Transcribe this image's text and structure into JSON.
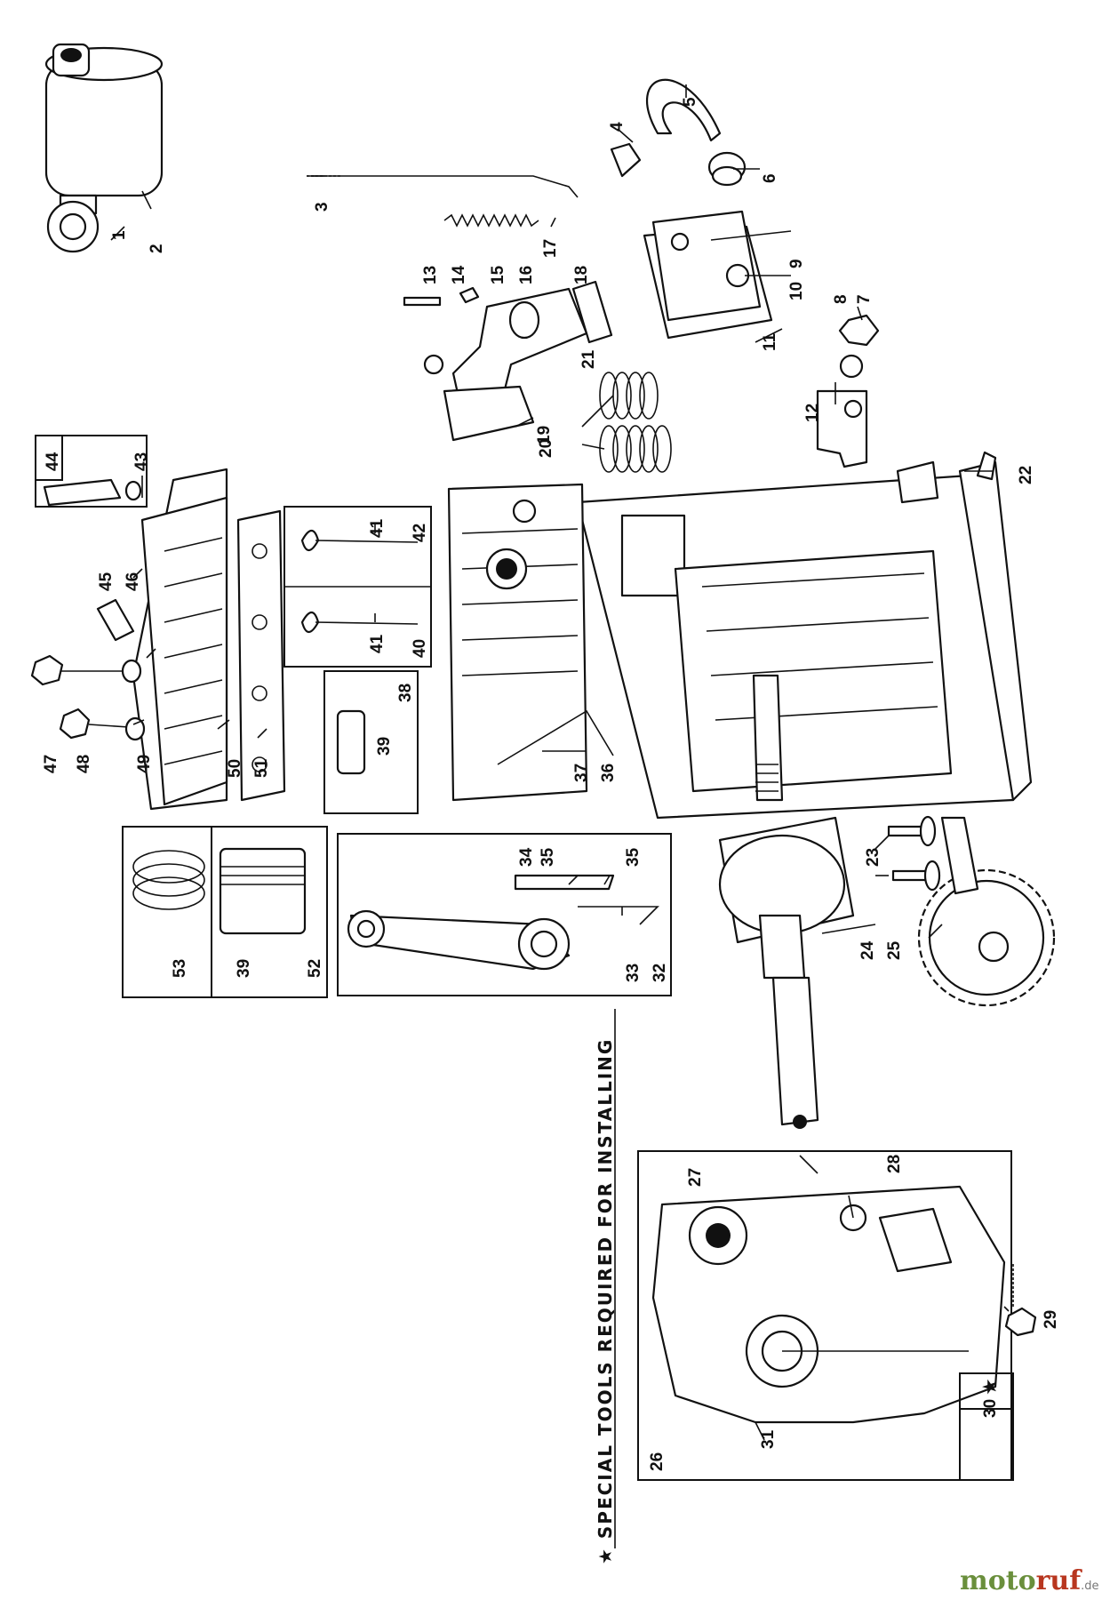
{
  "diagram": {
    "note": "★ SPECIAL TOOLS REQUIRED FOR INSTALLING",
    "labels": {
      "p1": "1",
      "p2": "2",
      "p3": "3",
      "p4": "4",
      "p5": "5",
      "p6": "6",
      "p7": "7",
      "p8": "8",
      "p9": "9",
      "p10": "10",
      "p11": "11",
      "p12": "12",
      "p13": "13",
      "p14": "14",
      "p15": "15",
      "p16": "16",
      "p17": "17",
      "p18": "18",
      "p19": "19",
      "p20": "20",
      "p21": "21",
      "p22": "22",
      "p23": "23",
      "p24": "24",
      "p25": "25",
      "p26": "26",
      "p27": "27",
      "p28": "28",
      "p29": "29",
      "p30": "30 ★",
      "p31": "31",
      "p32": "32",
      "p33": "33",
      "p34": "34",
      "p35a": "35",
      "p35b": "35",
      "p36": "36",
      "p37": "37",
      "p38": "38",
      "p39a": "39",
      "p39b": "39",
      "p40": "40",
      "p41a": "41",
      "p41b": "41",
      "p42": "42",
      "p43": "43",
      "p44": "44",
      "p45": "45",
      "p46": "46",
      "p47": "47",
      "p48": "48",
      "p49": "49",
      "p50": "50",
      "p51": "51",
      "p52": "52",
      "p53": "53"
    }
  },
  "watermark": {
    "part1": "moto",
    "part2": "ruf",
    "suffix": ".de"
  }
}
